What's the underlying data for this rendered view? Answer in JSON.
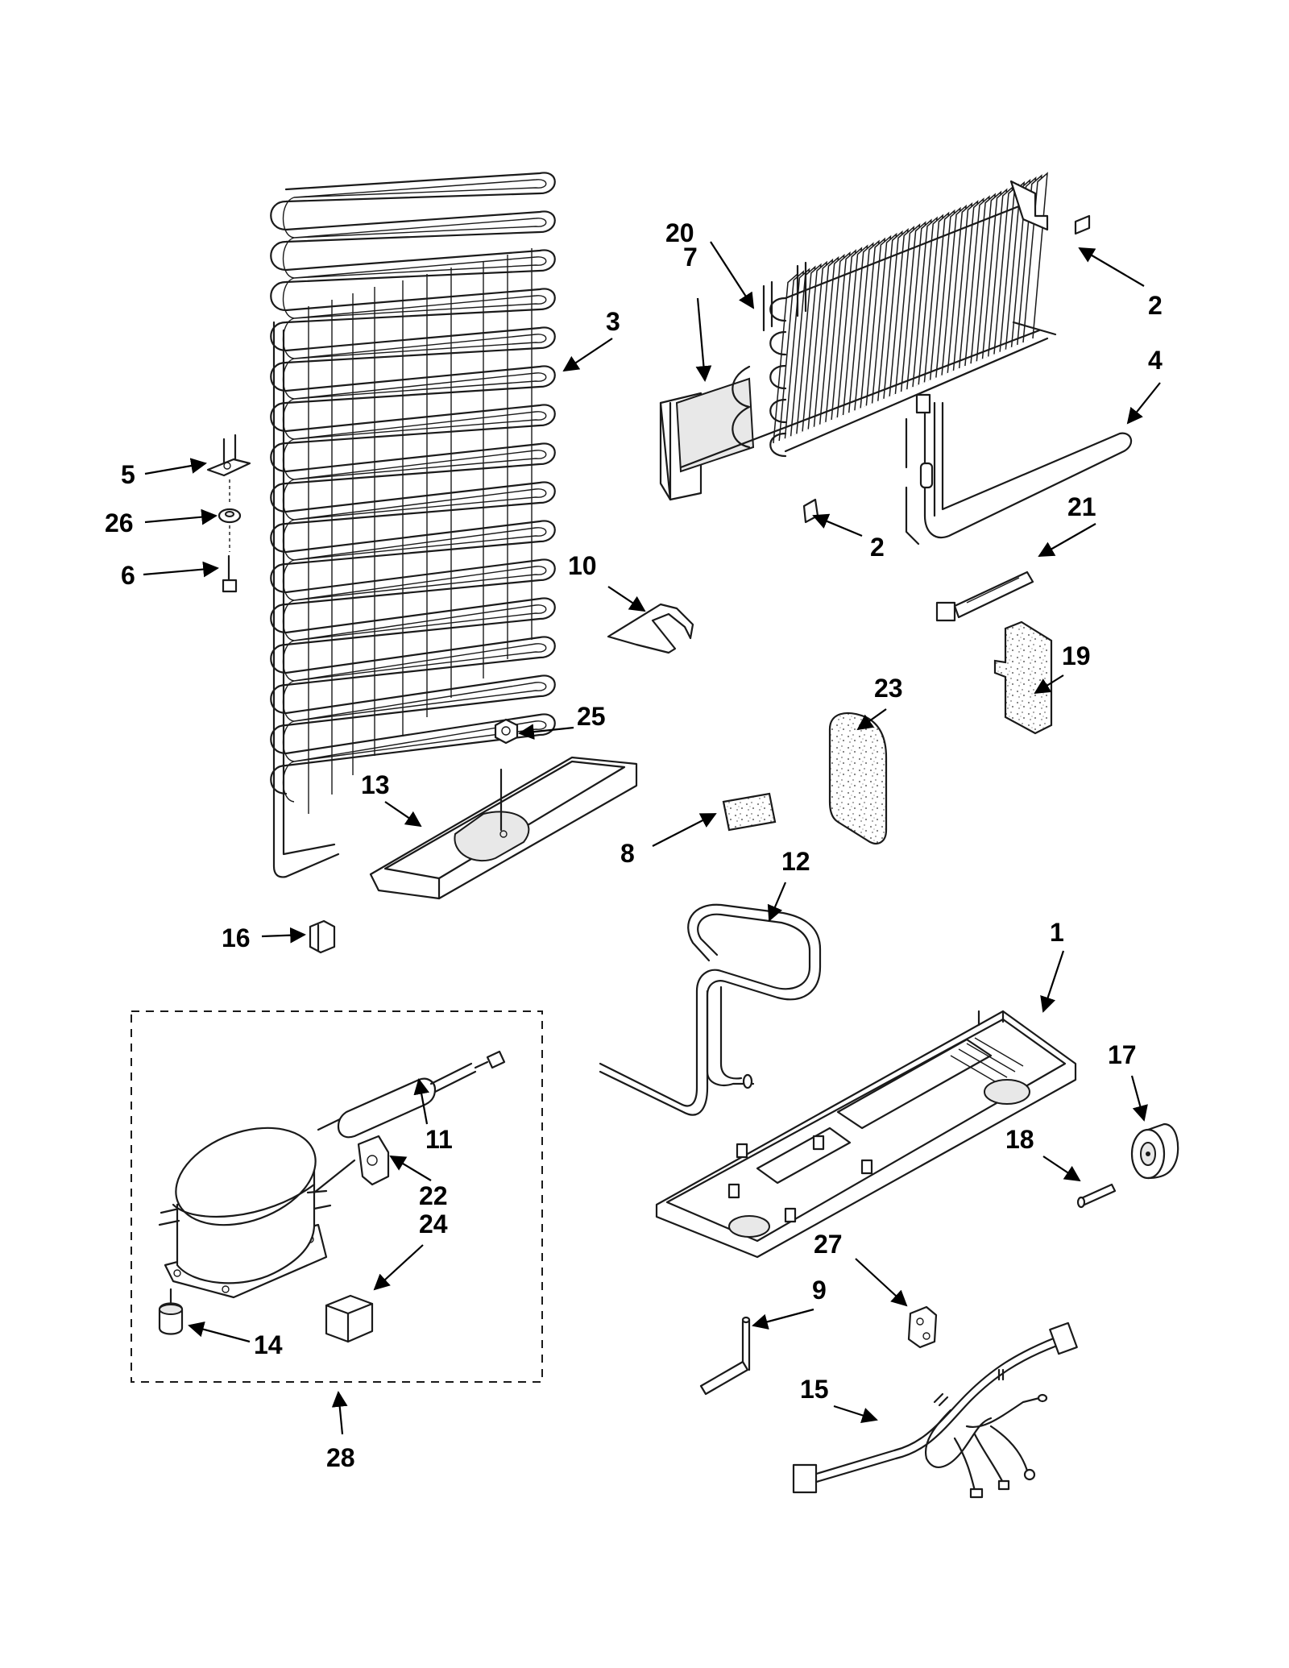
{
  "diagram": {
    "type": "exploded-parts-diagram",
    "callouts": [
      "1",
      "2",
      "2",
      "3",
      "4",
      "5",
      "6",
      "7",
      "8",
      "9",
      "10",
      "11",
      "12",
      "13",
      "14",
      "15",
      "16",
      "17",
      "18",
      "19",
      "20",
      "21",
      "22",
      "23",
      "24",
      "25",
      "26",
      "27",
      "28"
    ]
  }
}
